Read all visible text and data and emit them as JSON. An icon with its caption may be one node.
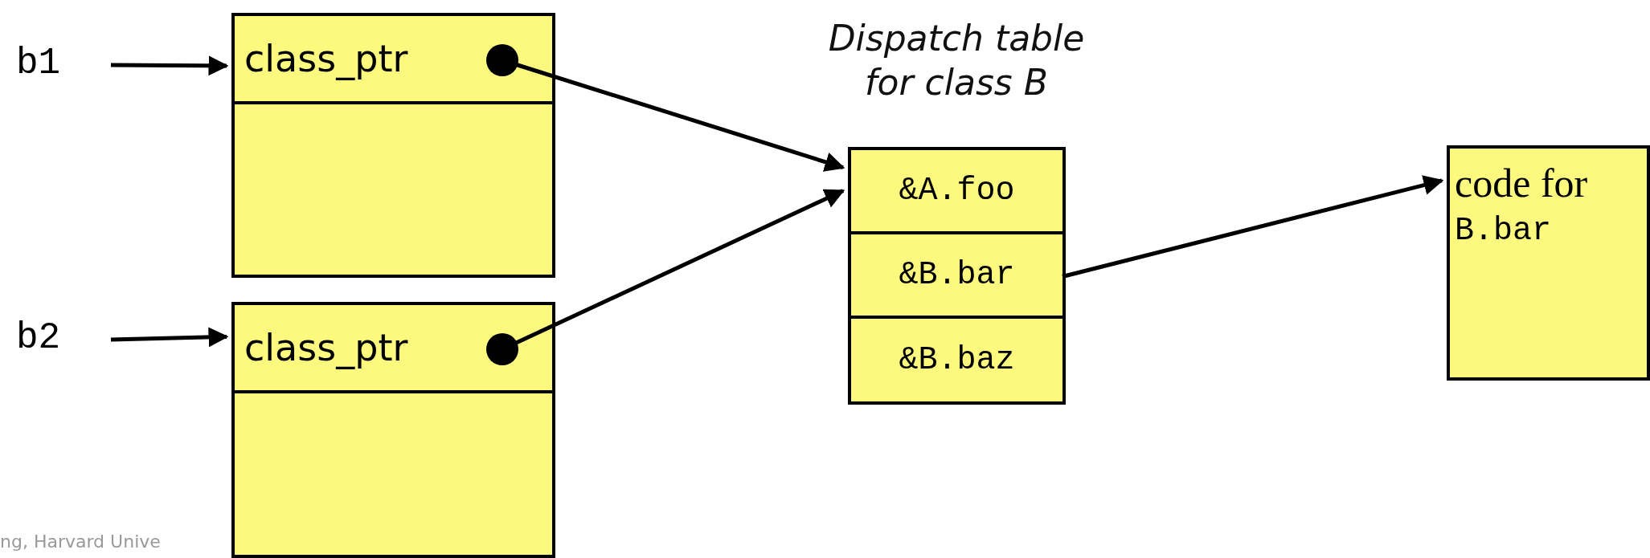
{
  "diagram": {
    "nodes": [
      {
        "text": [
          "b1"
        ]
      },
      {
        "text": [],
        "shape": "box"
      },
      {
        "text": [
          "class_ptr"
        ],
        "in": 1
      },
      {
        "text": [
          "b2"
        ]
      },
      {
        "text": [],
        "shape": "box"
      },
      {
        "text": [
          "class_ptr"
        ],
        "in": 4
      },
      {
        "text": [
          "Dispatch table for class B"
        ]
      },
      {
        "text": [
          "&A.foo"
        ],
        "in": 6
      },
      {
        "text": [
          "&B.bar"
        ],
        "in": 6
      },
      {
        "text": [
          "&B.baz"
        ],
        "in": 6
      },
      {
        "text": [
          "code for",
          "B.bar"
        ]
      }
    ],
    "edges": [
      {
        "from": 0,
        "to": 1,
        "arrow": "to"
      },
      {
        "from": 2,
        "to": 6,
        "arrow": "to"
      },
      {
        "from": 3,
        "to": 4,
        "arrow": "to"
      },
      {
        "from": 5,
        "to": 6,
        "arrow": "to"
      },
      {
        "from": 8,
        "to": 10,
        "arrow": "to"
      }
    ],
    "labels": [
      "ng, Harvard Unive"
    ]
  }
}
